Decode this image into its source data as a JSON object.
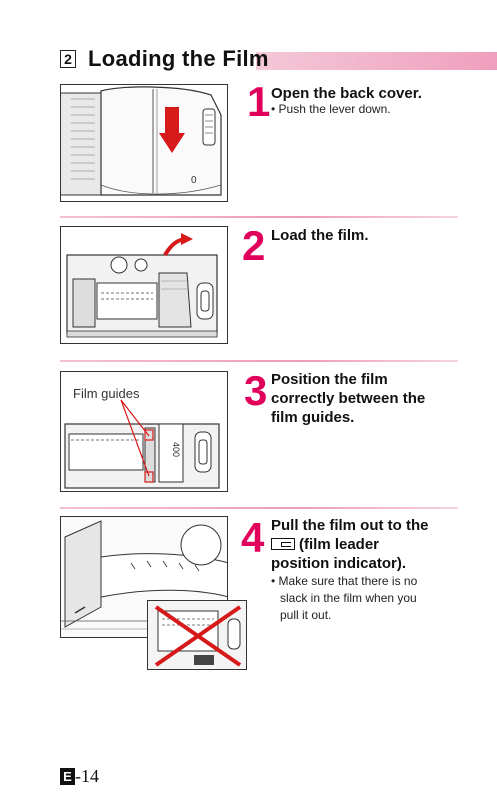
{
  "section": {
    "number": "2",
    "title": "Loading the Film",
    "accent_color": "#ef9fbd"
  },
  "steps": [
    {
      "number": "1",
      "heading_lines": [
        "Open the back cover."
      ],
      "notes": [
        "• Push the lever down."
      ],
      "illustration_labels": [
        "0"
      ]
    },
    {
      "number": "2",
      "heading_lines": [
        "Load the film."
      ],
      "notes": []
    },
    {
      "number": "3",
      "heading_lines": [
        "Position the film",
        "correctly between the",
        "film guides."
      ],
      "notes": [],
      "illustration_labels": [
        "Film guides",
        "400"
      ]
    },
    {
      "number": "4",
      "heading_icon": "film-leader-icon",
      "heading_lines": [
        "Pull the film out to the",
        "(film leader",
        "position indicator)."
      ],
      "notes": [
        "• Make sure that there is no",
        "slack in the film when you",
        "pull it out."
      ]
    }
  ],
  "step_number_color": "#e0005c",
  "footer": {
    "badge": "E",
    "page": "-14"
  }
}
